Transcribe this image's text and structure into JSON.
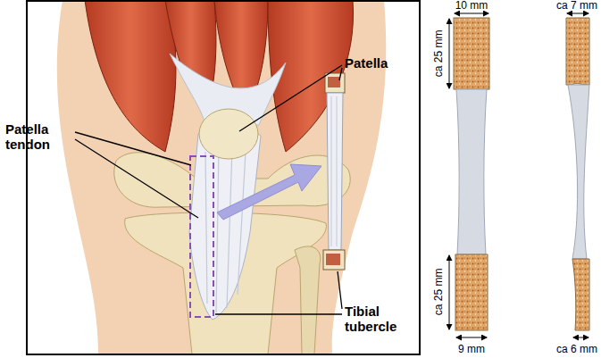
{
  "diagram": {
    "labels": [
      "Patella",
      "Patella tendon",
      "Tibial tubercle",
      "10 mm",
      "ca 7 mm",
      "ca 25 mm",
      "ca 25 mm",
      "9 mm",
      "ca 6 mm"
    ]
  }
}
